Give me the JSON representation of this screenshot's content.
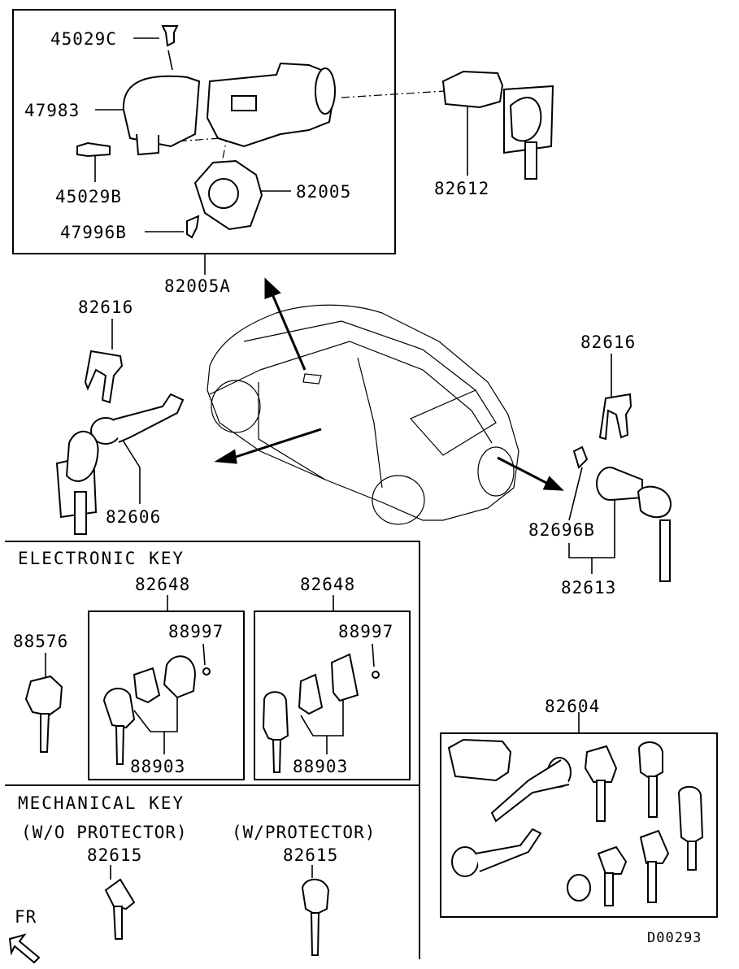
{
  "labels": {
    "p45029c": "45029C",
    "p47983": "47983",
    "p45029b": "45029B",
    "p82005": "82005",
    "p47996b": "47996B",
    "p82612": "82612",
    "p82005a": "82005A",
    "p82616_left": "82616",
    "p82616_right": "82616",
    "p82606": "82606",
    "p82696b": "82696B",
    "p82613": "82613",
    "p82648_a": "82648",
    "p82648_b": "82648",
    "p88576": "88576",
    "p88997_a": "88997",
    "p88997_b": "88997",
    "p88903_a": "88903",
    "p88903_b": "88903",
    "p82604": "82604",
    "p82615_a": "82615",
    "p82615_b": "82615"
  },
  "sections": {
    "electronic_key": "ELECTRONIC KEY",
    "mechanical_key": "MECHANICAL KEY",
    "wo_protector": "(W/O PROTECTOR)",
    "w_protector": "(W/PROTECTOR)"
  },
  "front_marker": "FR",
  "diagram_code": "D00293"
}
